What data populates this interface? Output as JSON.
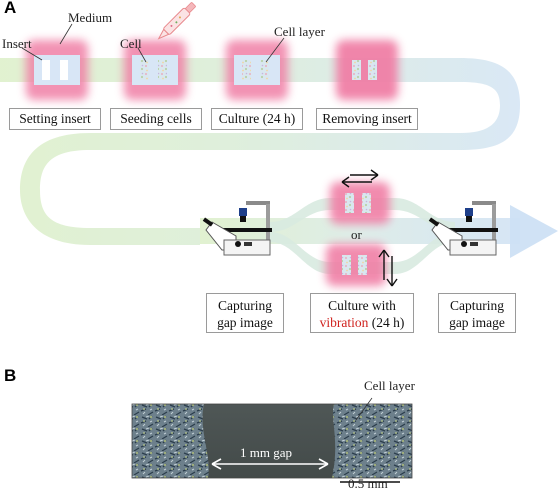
{
  "panel_a": {
    "letter": "A",
    "labels": {
      "insert": "Insert",
      "medium": "Medium",
      "cell": "Cell",
      "cell_layer": "Cell layer",
      "or": "or"
    },
    "steps": [
      "Setting insert",
      "Seeding cells",
      "Culture (24 h)",
      "Removing insert"
    ],
    "bottom_steps": {
      "capture_1_line1": "Capturing",
      "capture_1_line2": "gap image",
      "culture_line1": "Culture with",
      "culture_highlight": "vibration",
      "culture_rest": " (24 h)",
      "capture_2_line1": "Capturing",
      "capture_2_line2": "gap image"
    },
    "colors": {
      "medium_pink": "#f07fa6",
      "insert_blue": "#cfe0f5",
      "flow_green": "#d7ecc4",
      "flow_blue": "#d6e6f4",
      "highlight_red": "#d0231f"
    }
  },
  "panel_b": {
    "letter": "B",
    "cell_layer_label": "Cell layer",
    "gap_label": "1 mm gap",
    "scale_label": "0.5 mm"
  }
}
